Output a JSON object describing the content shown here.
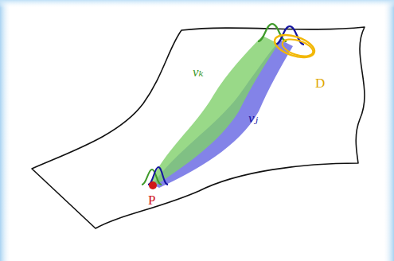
{
  "diagram": {
    "labels": [
      "νₖ",
      "νⱼ",
      "D",
      "P"
    ]
  }
}
